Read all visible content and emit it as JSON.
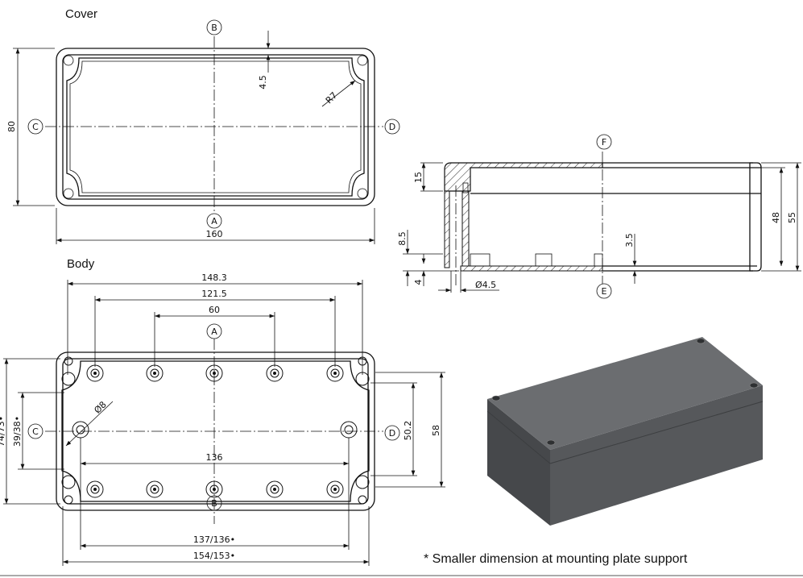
{
  "cover": {
    "title": "Cover",
    "markers": {
      "a": "A",
      "b": "B",
      "c": "C",
      "d": "D"
    },
    "dims": {
      "height": "80",
      "width": "160",
      "wall": "4.5",
      "radius": "R7"
    }
  },
  "body": {
    "title": "Body",
    "markers": {
      "a": "A",
      "b": "B",
      "c": "C",
      "d": "D"
    },
    "dims": {
      "d148": "148.3",
      "d121": "121.5",
      "d60": "60",
      "d136": "136",
      "d137": "137/136•",
      "d154": "154/153•",
      "d50": "50.2",
      "d58": "58",
      "d74": "74/73•",
      "d39": "39/38•",
      "dia8": "Ø8"
    }
  },
  "section": {
    "markers": {
      "f": "F",
      "e": "E"
    },
    "dims": {
      "d15": "15",
      "d85": "8.5",
      "d4": "4",
      "dia45": "Ø4.5",
      "d35": "3.5",
      "d48": "48",
      "d55": "55"
    }
  },
  "render": {
    "top_color": "#6b6d70",
    "left_color": "#46484b",
    "front_color": "#56585b"
  },
  "footnote": "* Smaller dimension at mounting plate support"
}
